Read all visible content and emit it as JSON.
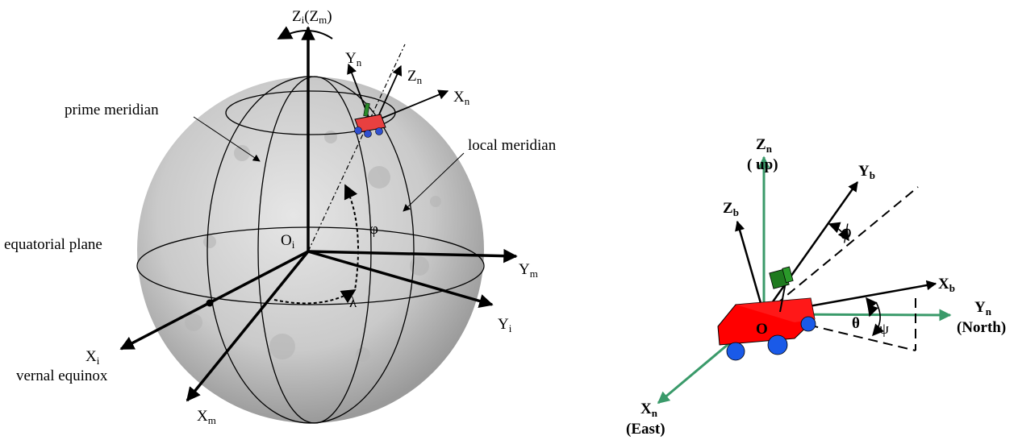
{
  "left_diagram": {
    "axes": {
      "zi_main": "Z",
      "zi_sub": "i",
      "zm_open": "(Z",
      "zm_sub": "m",
      "zm_close": ")",
      "yn_main": "Y",
      "yn_sub": "n",
      "zn_main": "Z",
      "zn_sub": "n",
      "xn_main": "X",
      "xn_sub": "n",
      "ym_main": "Y",
      "ym_sub": "m",
      "yi_main": "Y",
      "yi_sub": "i",
      "xi_main": "X",
      "xi_sub": "i",
      "xm_main": "X",
      "xm_sub": "m",
      "oi_main": "O",
      "oi_sub": "i"
    },
    "labels": {
      "prime_meridian": "prime meridian",
      "local_meridian": "local meridian",
      "equatorial_plane": "equatorial plane",
      "vernal_equinox": "vernal equinox",
      "phi": "φ",
      "lambda": "λ"
    },
    "colors": {
      "moon": "#c8c8c8",
      "rover_body": "#e84040",
      "wheel": "#3050d0",
      "antenna": "#2a8a2a"
    }
  },
  "right_diagram": {
    "axes": {
      "zn_main": "Z",
      "zn_sub": "n",
      "zn_note": "( up)",
      "yb_main": "Y",
      "yb_sub": "b",
      "zb_main": "Z",
      "zb_sub": "b",
      "xb_main": "X",
      "xb_sub": "b",
      "yn_main": "Y",
      "yn_sub": "n",
      "yn_note": "(North)",
      "xn_main": "X",
      "xn_sub": "n",
      "xn_note": "(East)",
      "origin": "O"
    },
    "angles": {
      "phi": "ϕ",
      "theta": "θ",
      "psi": "ψ"
    },
    "colors": {
      "nav_axis": "#3a9a6a",
      "rover_body": "#ff0000",
      "wheel": "#1a5ae8",
      "antenna": "#1f7a1f"
    }
  }
}
